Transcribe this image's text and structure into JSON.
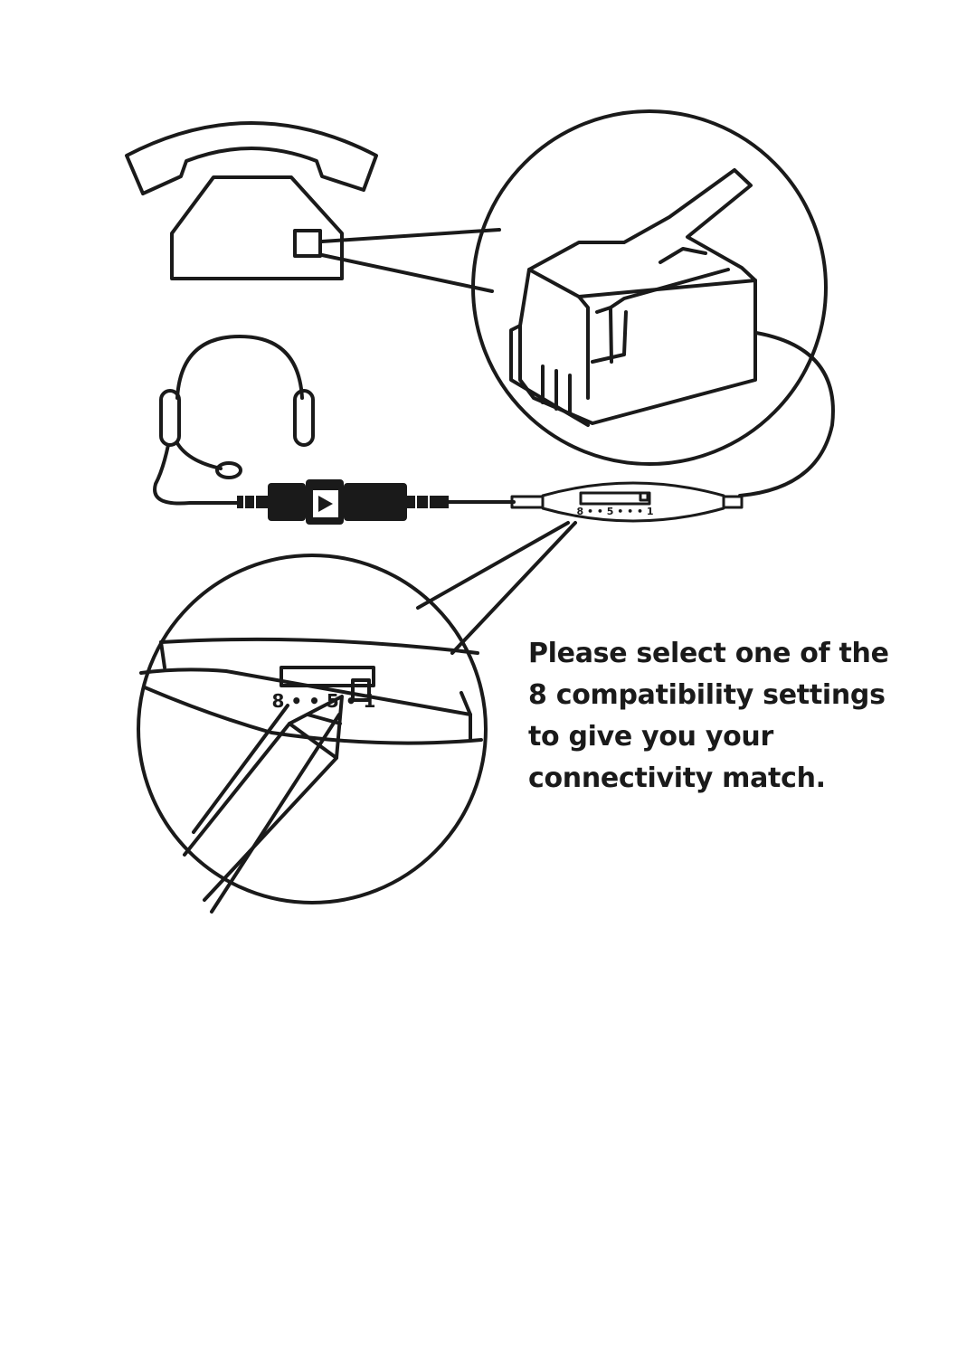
{
  "caption": {
    "lines": [
      "Please select one of the",
      "8 compatibility settings",
      "to give you your",
      "connectivity match."
    ]
  },
  "switch_scale": {
    "small": {
      "left": "8",
      "middle": "5",
      "right": "1"
    },
    "zoom": {
      "left": "8",
      "middle": "5",
      "right": "1"
    }
  },
  "colors": {
    "ink": "#1a1a1a",
    "background": "#ffffff"
  },
  "icons": [
    "telephone-icon",
    "rj-plug-icon",
    "headset-icon",
    "quick-disconnect-icon",
    "switch-box-icon",
    "pen-icon"
  ]
}
